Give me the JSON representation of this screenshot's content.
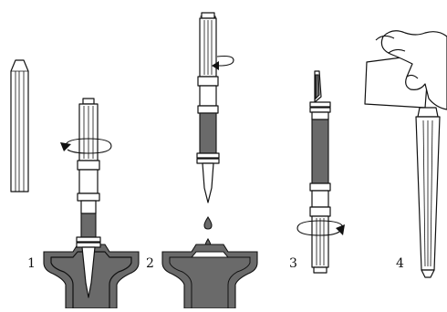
{
  "steps": [
    {
      "number": "1"
    },
    {
      "number": "2"
    },
    {
      "number": "3"
    },
    {
      "number": "4"
    }
  ],
  "colors": {
    "ink": "#111111",
    "fill": "#6a6a6a",
    "paper": "#ffffff"
  }
}
